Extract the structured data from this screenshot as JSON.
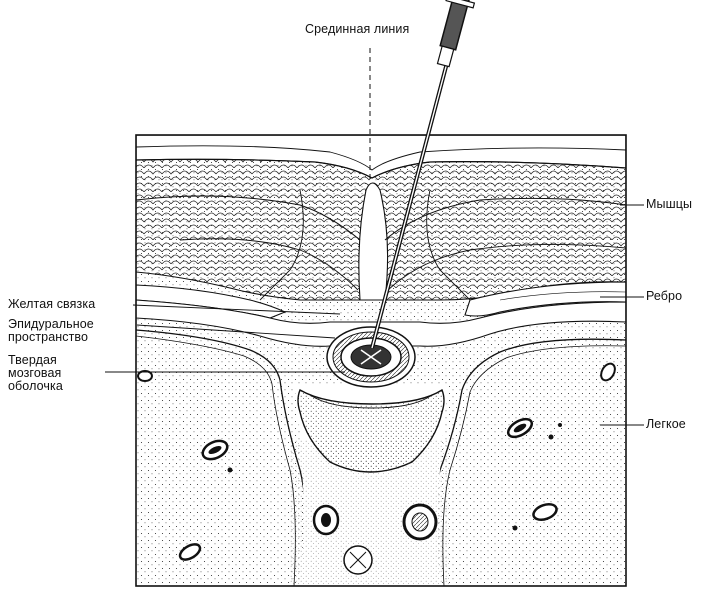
{
  "labels": {
    "midline": "Срединная линия",
    "yellow_ligament": "Желтая связка",
    "epidural_line1": "Эпидуральное",
    "epidural_line2": "пространство",
    "dura_line1": "Твердая",
    "dura_line2": "мозговая",
    "dura_line3": "оболочка",
    "muscles": "Мышцы",
    "rib": "Ребро",
    "lung": "Легкое"
  },
  "colors": {
    "ink": "#111111",
    "paper": "#ffffff",
    "syringe_fill": "#555555"
  },
  "icons": {
    "syringe": "syringe-icon"
  }
}
